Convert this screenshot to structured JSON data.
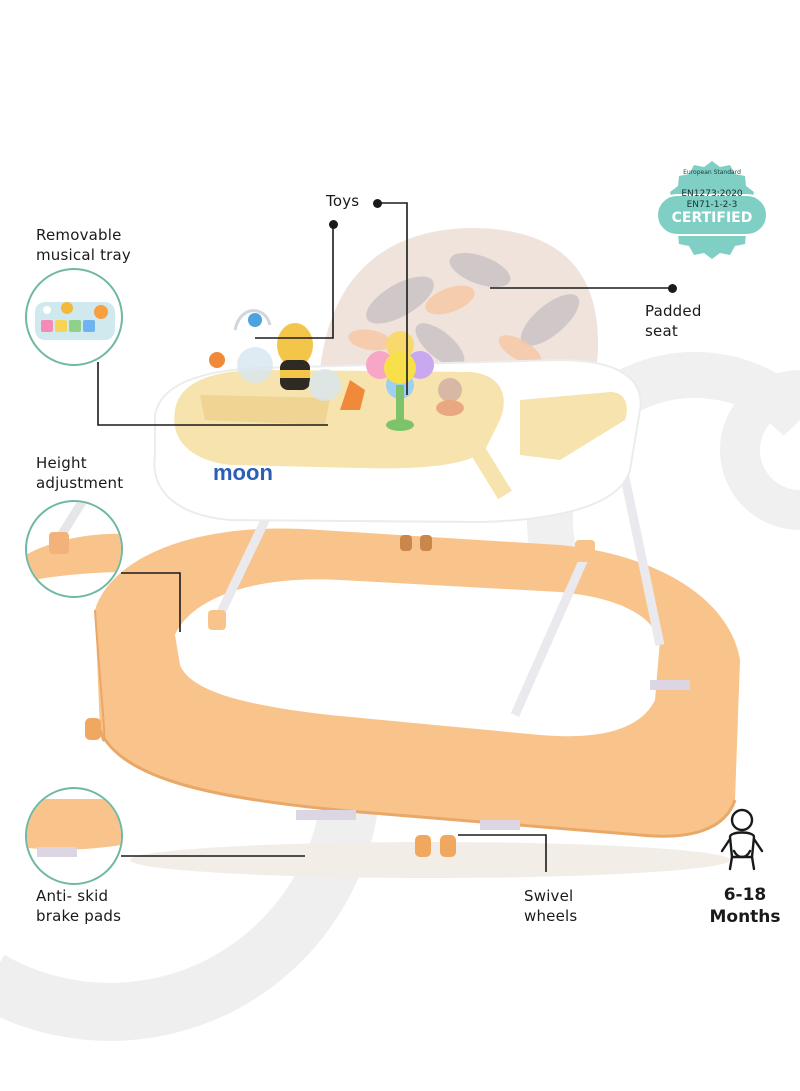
{
  "background": {
    "arc_color": "#ececec"
  },
  "badge": {
    "arc_text": "European Standard",
    "line1": "EN1273:2020",
    "line2": "EN71-1-2-3",
    "line3": "CERTIFIED",
    "color": "#7fcfc4"
  },
  "product": {
    "brand": "moon",
    "tray_color": "#f6e3ad",
    "frame_color": "#f8c48c"
  },
  "callouts": {
    "toys": "Toys",
    "tray": "Removable\nmusical tray",
    "seat": "Padded\nseat",
    "height": "Height\nadjustment",
    "brakes": "Anti- skid\nbrake pads",
    "wheels": "Swivel\nwheels"
  },
  "age": {
    "icon": "baby-icon",
    "range": "6-18",
    "unit": "Months"
  }
}
